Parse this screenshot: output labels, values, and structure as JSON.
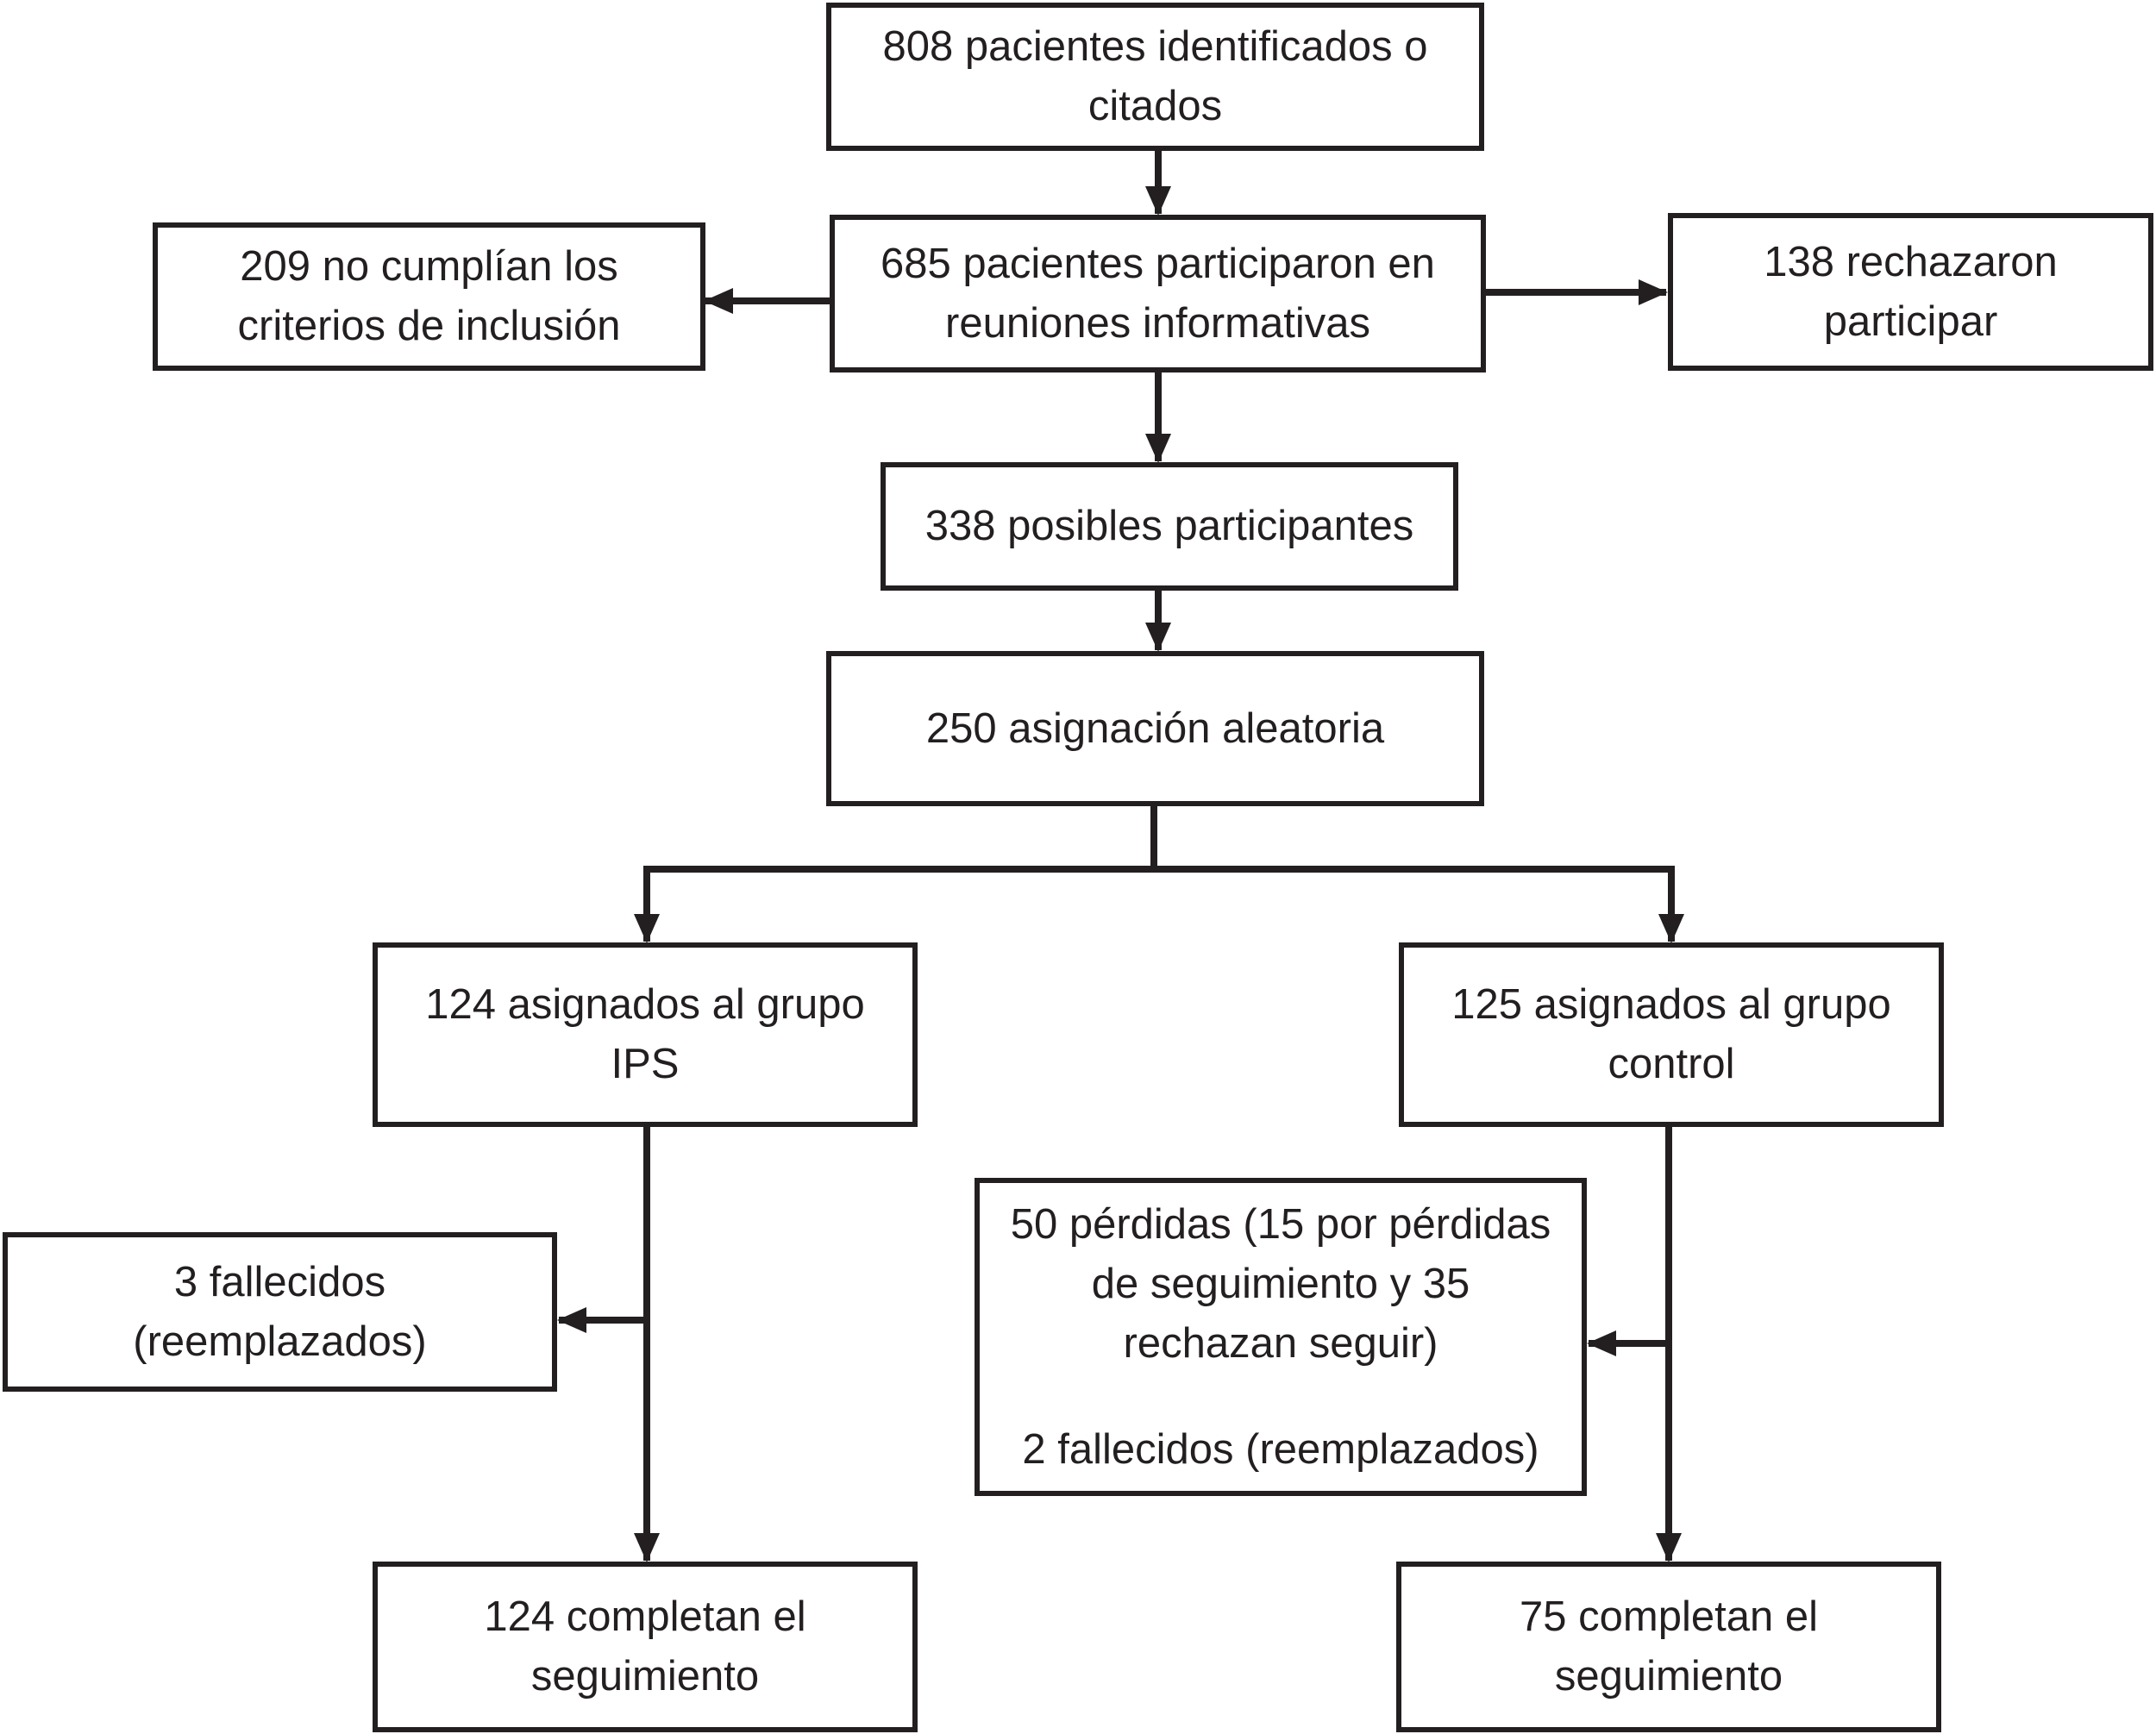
{
  "boxes": {
    "identified": {
      "lines": [
        "808 pacientes identificados o",
        "citados"
      ]
    },
    "informative": {
      "lines": [
        "685 pacientes participaron en",
        "reuniones informativas"
      ]
    },
    "excluded": {
      "lines": [
        "209 no cumplían los",
        "criterios de inclusión"
      ]
    },
    "refused": {
      "lines": [
        "138 rechazaron",
        "participar"
      ]
    },
    "possible": {
      "lines": [
        "338 posibles participantes"
      ]
    },
    "randomized": {
      "lines": [
        "250 asignación aleatoria"
      ]
    },
    "ips_group": {
      "lines": [
        "124 asignados al grupo",
        "IPS"
      ]
    },
    "control_group": {
      "lines": [
        "125 asignados al grupo",
        "control"
      ]
    },
    "ips_deaths": {
      "lines": [
        "3 fallecidos",
        "(reemplazados)"
      ]
    },
    "control_losses": {
      "lines": [
        "50 pérdidas (15 por pérdidas",
        "de seguimiento y 35",
        "rechazan seguir)",
        "2 fallecidos (reemplazados)"
      ]
    },
    "ips_complete": {
      "lines": [
        "124 completan el",
        "seguimiento"
      ]
    },
    "control_complete": {
      "lines": [
        "75 completan el",
        "seguimiento"
      ]
    }
  },
  "colors": {
    "stroke": "#231f20",
    "background": "#ffffff"
  }
}
